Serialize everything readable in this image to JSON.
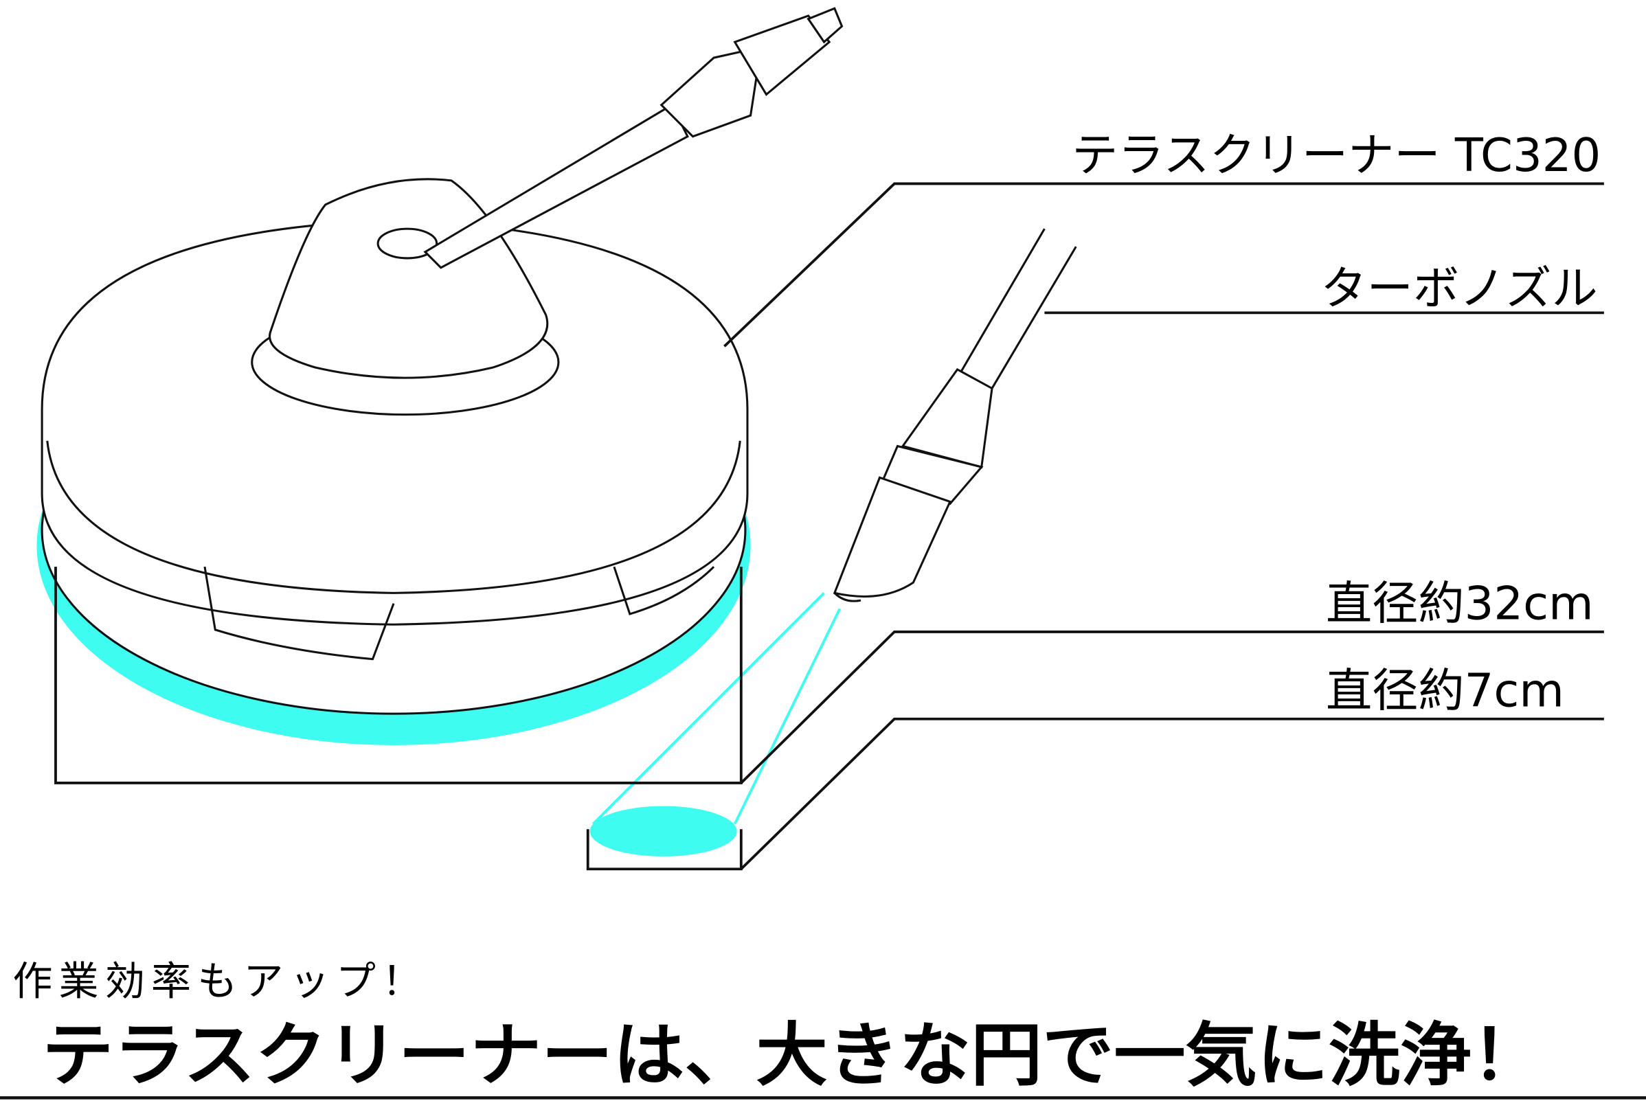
{
  "labels": {
    "product": "テラスクリーナー TC320",
    "nozzle": "ターボノズル",
    "diameter_large": "直径約32cm",
    "diameter_small": "直径約7cm"
  },
  "caption": {
    "sub": "作業効率もアップ！",
    "main": "テラスクリーナーは、大きな円で一気に洗浄！"
  },
  "colors": {
    "accent": "#3ffcf0",
    "line": "#000000"
  }
}
